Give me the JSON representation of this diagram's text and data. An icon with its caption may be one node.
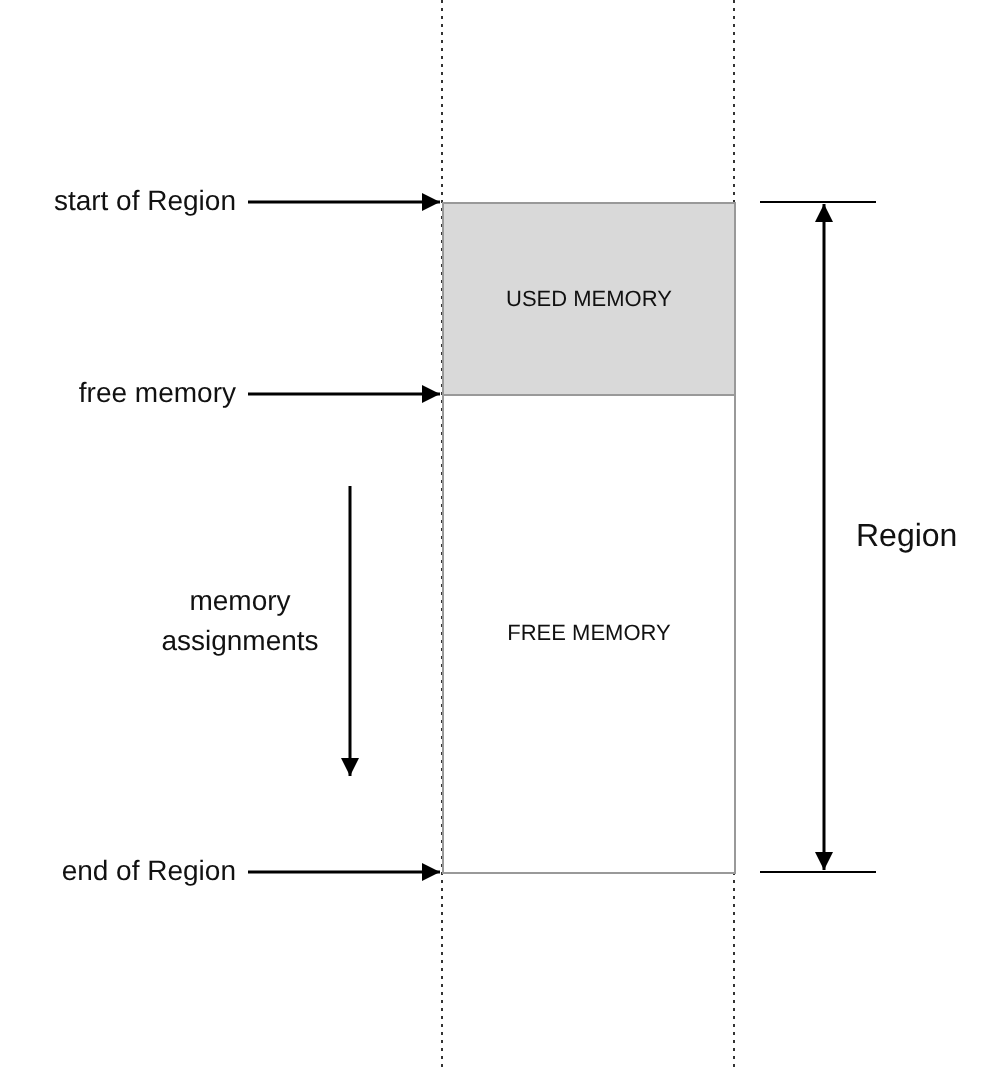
{
  "diagram": {
    "nodes": [
      {
        "text": [
          "start of Region"
        ]
      },
      {
        "text": [
          "free memory"
        ]
      },
      {
        "text": [
          "end of Region"
        ]
      },
      {
        "text": [
          "USED MEMORY"
        ]
      },
      {
        "text": [
          "FREE MEMORY"
        ]
      }
    ],
    "edges": [
      {
        "from": 0,
        "to": 3,
        "arrow": "to"
      },
      {
        "from": 1,
        "to": 4,
        "arrow": "to"
      },
      {
        "from": 2,
        "to": 4,
        "arrow": "to"
      }
    ],
    "labels": [
      "memory assignments",
      "Region"
    ]
  }
}
